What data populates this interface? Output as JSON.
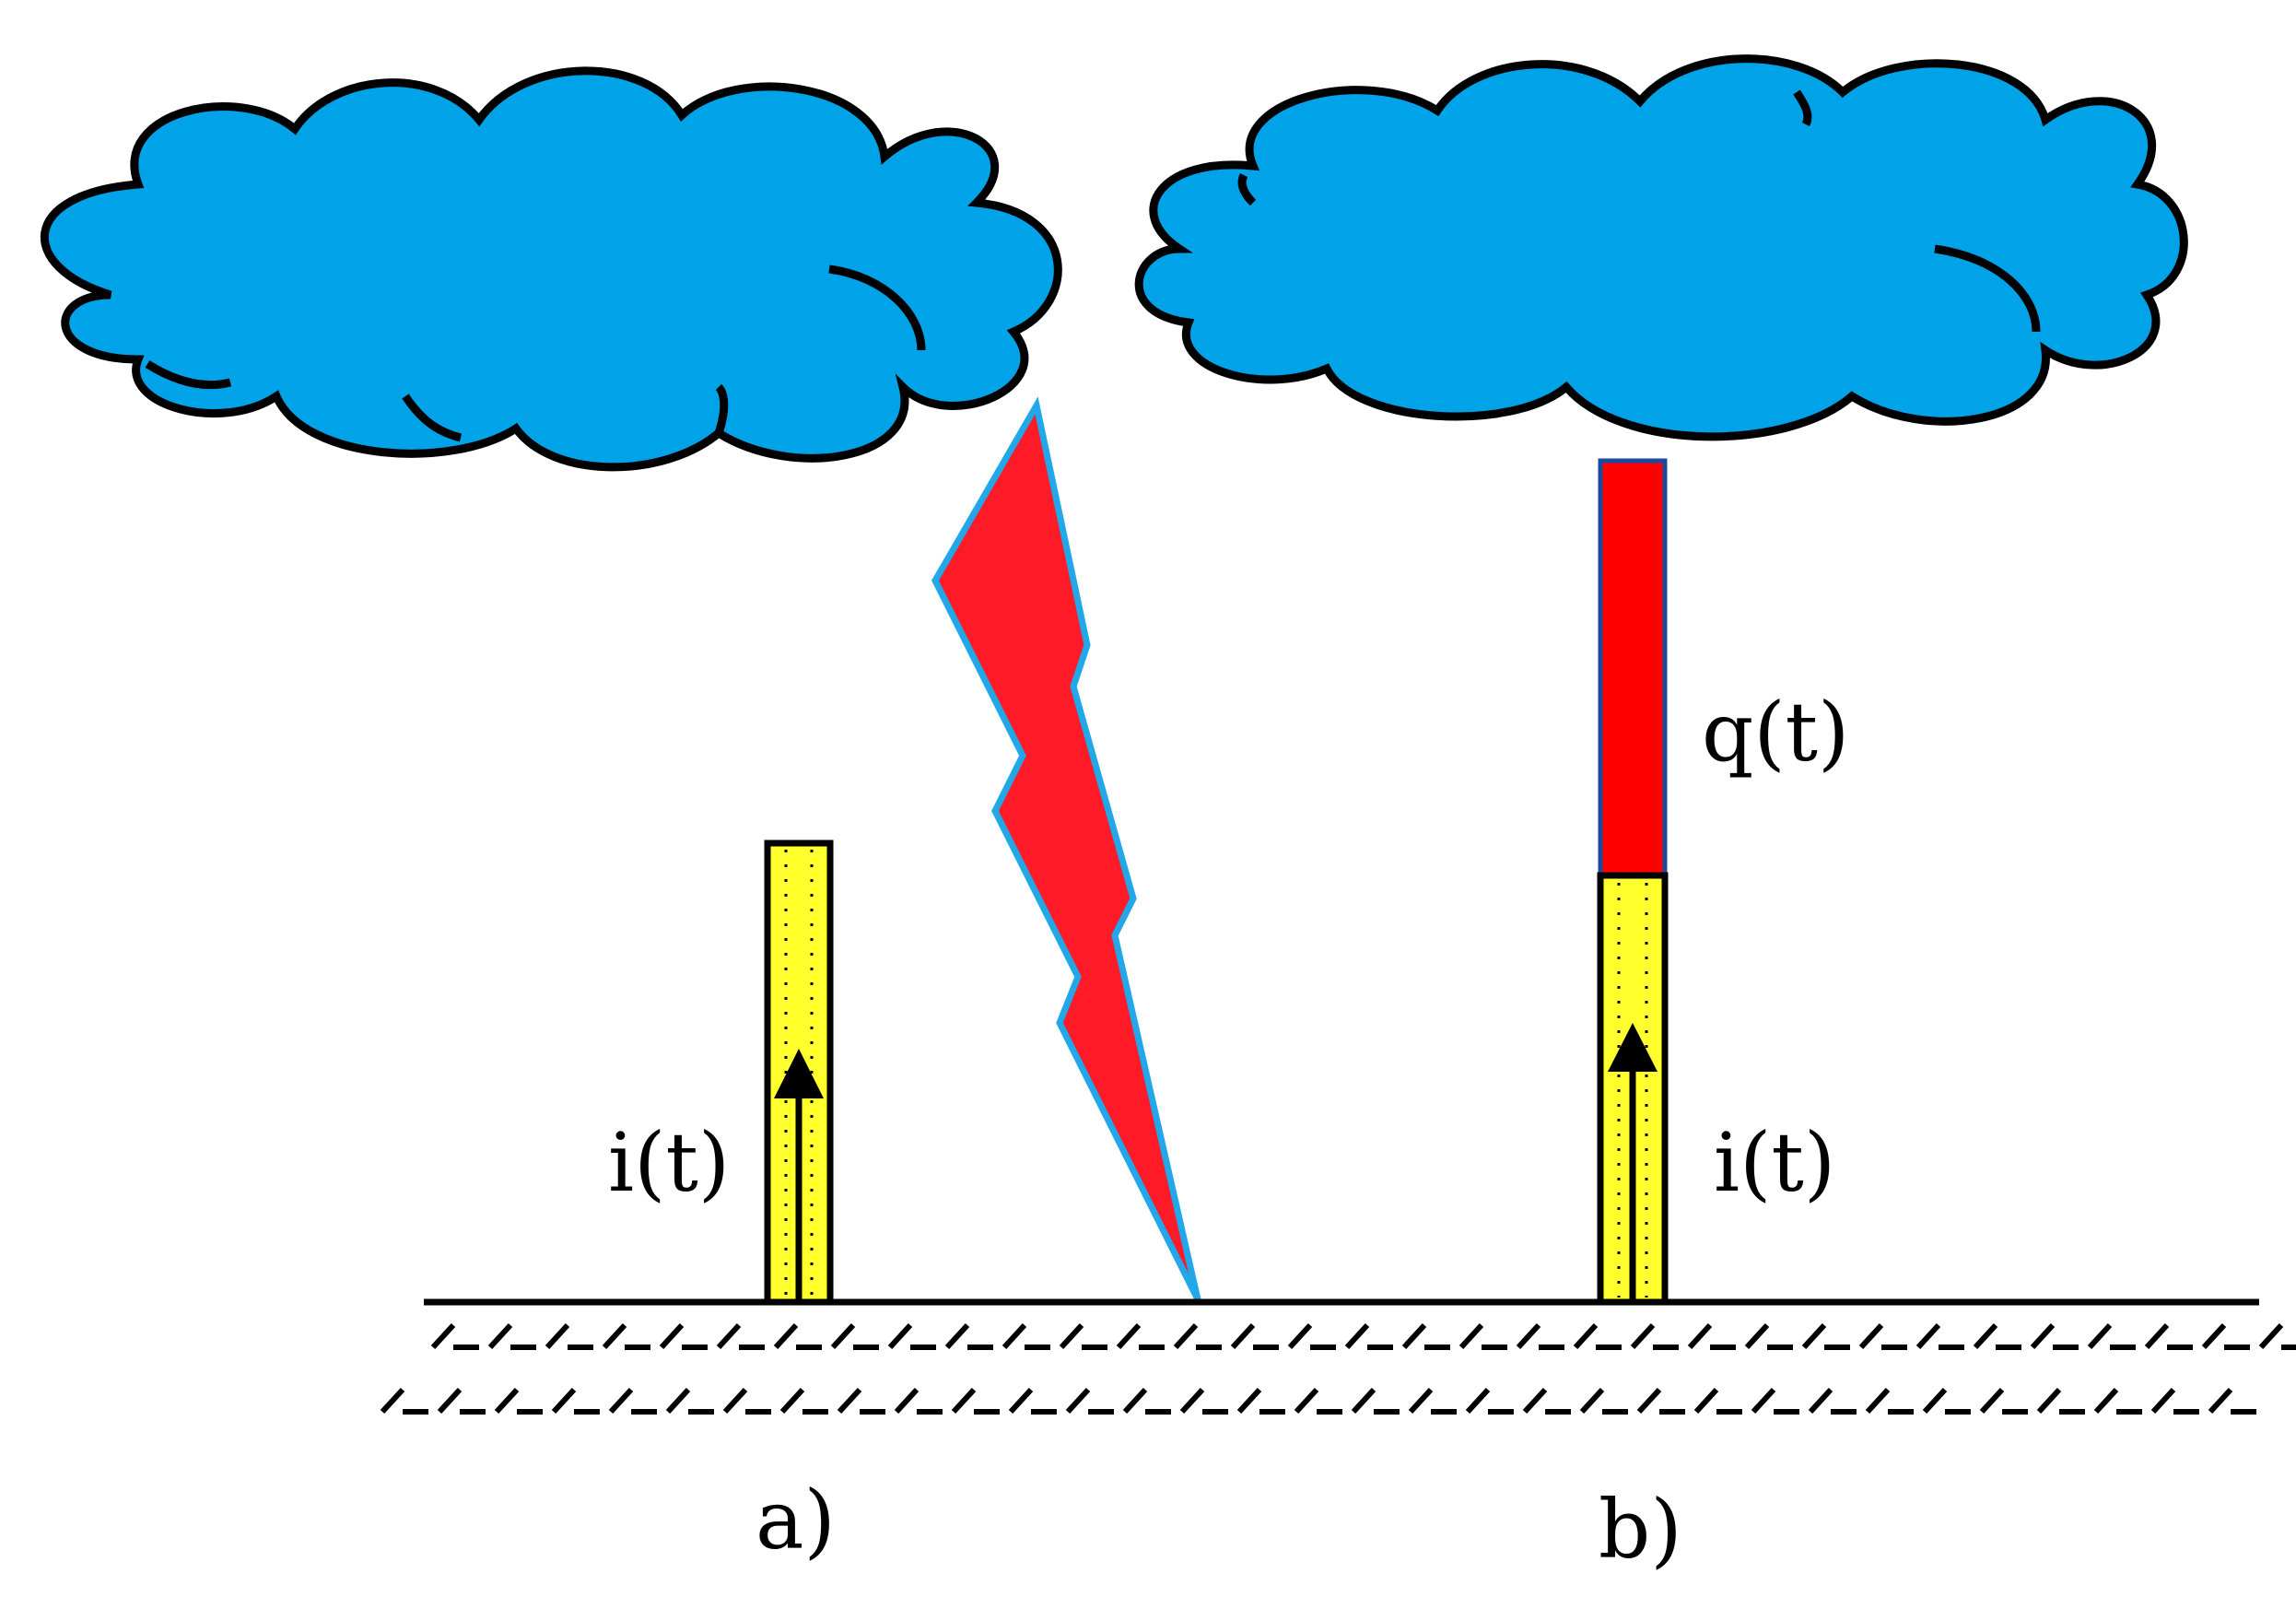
{
  "labels": {
    "current_a": "i(t)",
    "current_b": "i(t)",
    "charge_b": "q(t)",
    "panel_a": "a)",
    "panel_b": "b)"
  },
  "colors": {
    "cloud": "#00A2E8",
    "outline": "#000000",
    "lightning": "#FF1A27",
    "lightning_edge": "#22A7E8",
    "tower": "#FFFF2E",
    "charge_channel": "#FF0000"
  },
  "icons": {
    "cloud_left": "cloud-icon",
    "cloud_right": "cloud-icon",
    "bolt": "lightning-bolt-icon"
  }
}
